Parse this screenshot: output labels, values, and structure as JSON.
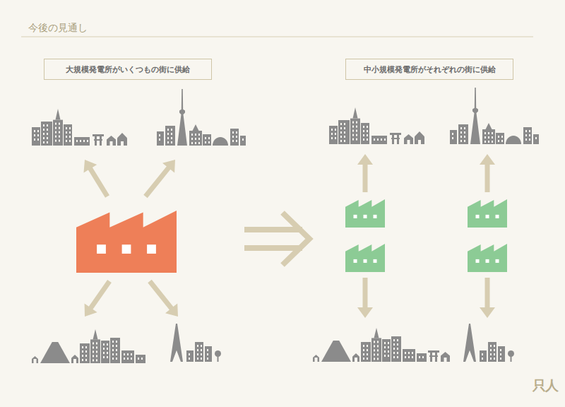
{
  "diagram": {
    "title": "今後の見通し",
    "nodes": [
      {
        "text": [
          "大規模発電所がいくつもの街に供給"
        ]
      },
      {
        "text": [
          "中小規模発電所がそれぞれの街に供給"
        ]
      }
    ],
    "labels": [
      "只人"
    ]
  }
}
